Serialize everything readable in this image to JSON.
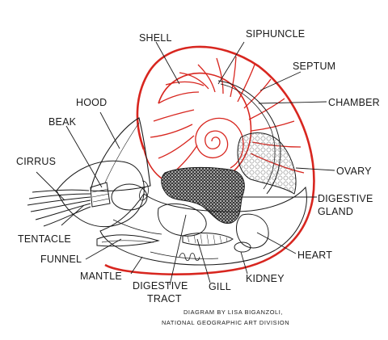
{
  "labels": {
    "shell": "SHELL",
    "siphuncle": "SIPHUNCLE",
    "septum": "SEPTUM",
    "chamber": "CHAMBER",
    "hood": "HOOD",
    "beak": "BEAK",
    "cirrus": "CIRRUS",
    "ovary": "OVARY",
    "digestive_gland_1": "DIGESTIVE",
    "digestive_gland_2": "GLAND",
    "tentacle": "TENTACLE",
    "heart": "HEART",
    "funnel": "FUNNEL",
    "mantle": "MANTLE",
    "kidney": "KIDNEY",
    "digestive_tract_1": "DIGESTIVE",
    "digestive_tract_2": "TRACT",
    "gill": "GILL"
  },
  "credit": {
    "line1": "DIAGRAM BY LISA BIGANZOLI,",
    "line2": "NATIONAL GEOGRAPHIC ART DIVISION"
  },
  "colors": {
    "shell_red": "#d8261f",
    "ink": "#1a1a1a",
    "background": "#ffffff"
  }
}
